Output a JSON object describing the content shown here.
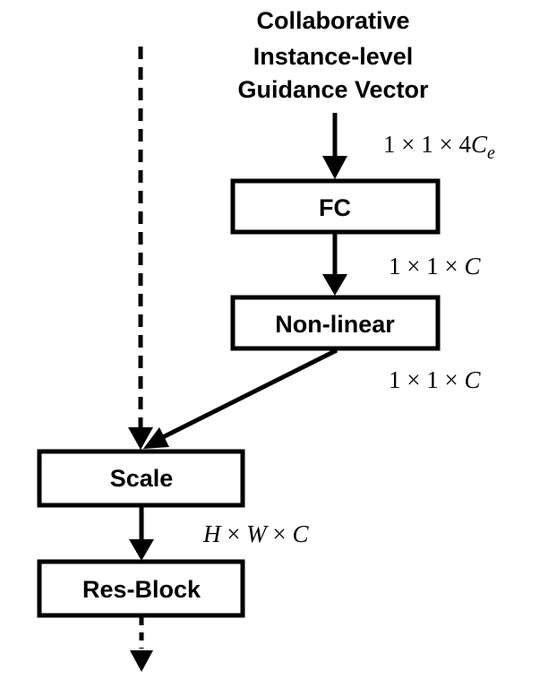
{
  "title": {
    "lines": [
      "Collaborative",
      "Instance-level",
      "Guidance Vector"
    ]
  },
  "boxes": {
    "fc": "FC",
    "nonlinear": "Non-linear",
    "scale": "Scale",
    "resblock": "Res-Block"
  },
  "dimensions": {
    "input": {
      "prefix": "1 × 1 × 4",
      "var": "C",
      "sub": "e"
    },
    "fc_out": {
      "prefix": "1 × 1 × ",
      "var": "C"
    },
    "nonlinear_out": {
      "prefix": "1 × 1 × ",
      "var": "C"
    },
    "scale_out": {
      "h": "H",
      "x1": " × ",
      "w": "W",
      "x2": " × ",
      "c": "C"
    }
  },
  "colors": {
    "stroke": "#000000",
    "background": "#ffffff"
  }
}
